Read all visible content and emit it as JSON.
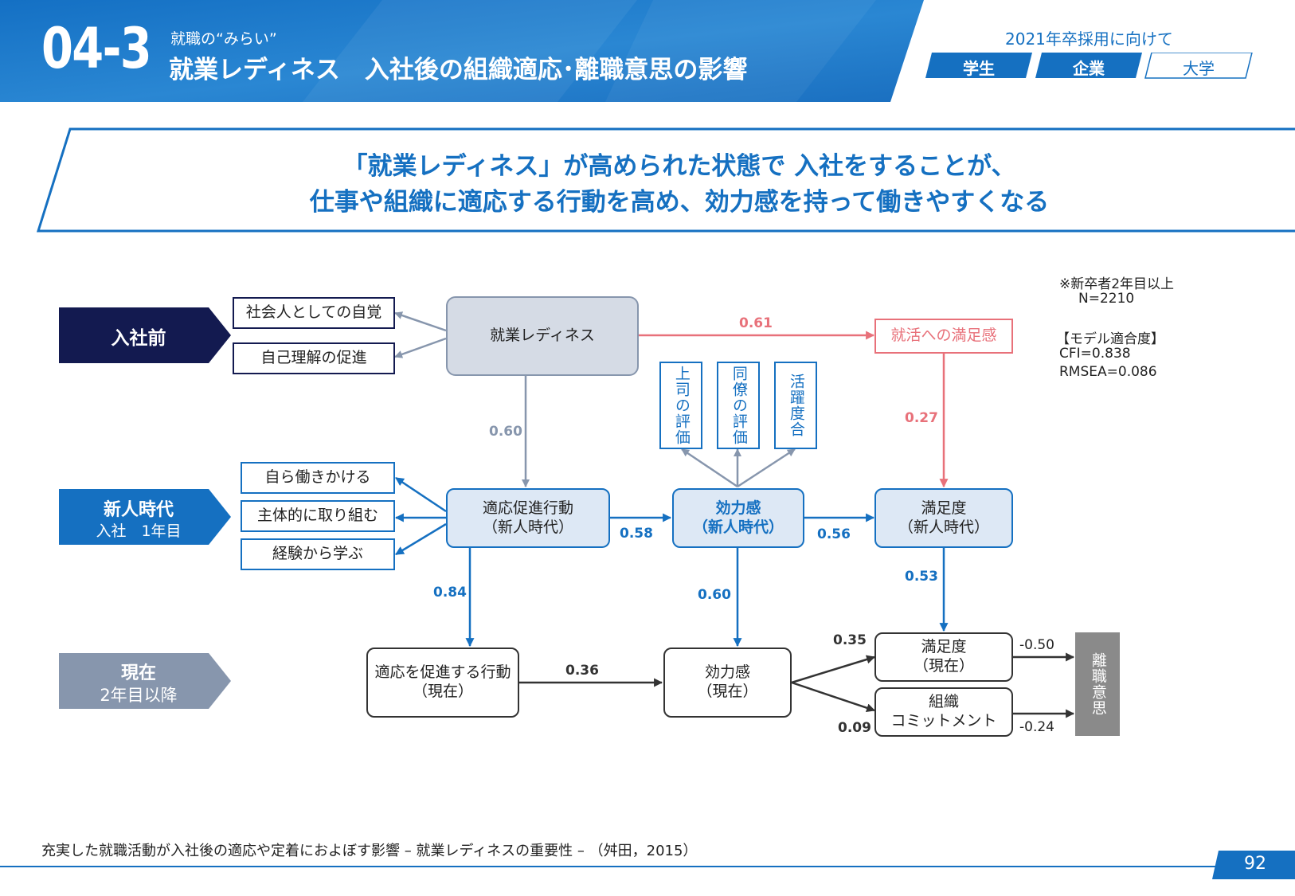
{
  "header": {
    "section_no": "04-3",
    "subtitle": "就職の“みらい”",
    "title": "就業レディネス　入社後の組織適応･離職意思の影響",
    "for_label": "2021年卒採用に向けて",
    "tags": [
      "学生",
      "企業",
      "大学"
    ]
  },
  "headline": {
    "line1": "「就業レディネス」が高められた状態で 入社をすることが、",
    "line2": "仕事や組織に適応する行動を高め、効力感を持って働きやすくなる"
  },
  "sample_note": {
    "line1": "※新卒者2年目以上",
    "line2": "N=2210",
    "fit_title": "【モデル適合度】",
    "cfi": "CFI=0.838",
    "rmsea": "RMSEA=0.086"
  },
  "phases": {
    "before": "入社前",
    "newcomer": "新人時代",
    "newcomer_sub": "入社　1年目",
    "now": "現在",
    "now_sub": "2年目以降"
  },
  "nodes": {
    "readiness": "就業レディネス",
    "self_awareness": "社会人としての自覚",
    "self_understanding": "自己理解の促進",
    "job_search_satisfaction": "就活への満足感",
    "boss_eval": "上司の評価",
    "peer_eval": "同僚の評価",
    "activity": "活躍度合",
    "adapt_new_1": "適応促進行動",
    "adapt_new_2": "（新人時代）",
    "efficacy_new_1": "効力感",
    "efficacy_new_2": "（新人時代）",
    "satisfaction_new_1": "満足度",
    "satisfaction_new_2": "（新人時代）",
    "work_1": "自ら働きかける",
    "work_2": "主体的に取り組む",
    "work_3": "経験から学ぶ",
    "adapt_now_1": "適応を促進する行動",
    "adapt_now_2": "（現在）",
    "efficacy_now_1": "効力感",
    "efficacy_now_2": "（現在）",
    "satisfaction_now_1": "満足度",
    "satisfaction_now_2": "（現在）",
    "commitment_1": "組織",
    "commitment_2": "コミットメント",
    "turnover": "離職意思"
  },
  "coefficients": {
    "readiness_to_jobsearch": "0.61",
    "readiness_to_adapt": "0.60",
    "jobsearch_to_satisfaction": "0.27",
    "adapt_to_efficacy": "0.58",
    "efficacy_to_satisfaction": "0.56",
    "adapt_to_adapt_now": "0.84",
    "efficacy_to_efficacy_now": "0.60",
    "satisfaction_to_satisfaction_now": "0.53",
    "adapt_now_to_efficacy_now": "0.36",
    "efficacy_now_to_satisfaction_now": "0.35",
    "efficacy_now_to_commitment": "0.09",
    "satisfaction_now_to_turnover": "-0.50",
    "commitment_to_turnover": "-0.24"
  },
  "footer": {
    "source": "充実した就職活動が入社後の適応や定着におよぼす影響 – 就業レディネスの重要性 – （舛田，2015）",
    "page": "92"
  },
  "colors": {
    "navy": "#131a50",
    "blue": "#1570c1",
    "gray_blue": "#8796ad",
    "pink": "#e8717a",
    "dark": "#333333"
  }
}
